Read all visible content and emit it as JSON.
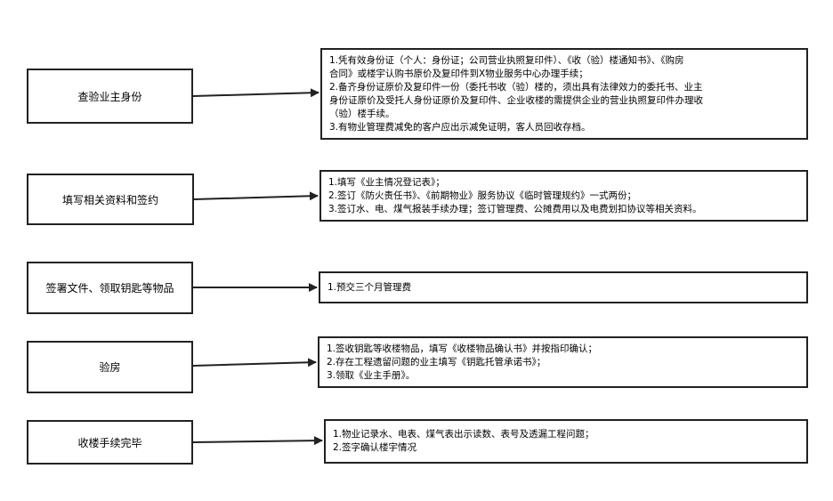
{
  "steps": [
    {
      "label": "查验业主身份",
      "details": [
        "1.凭有效身份证（个人：身份证；公司营业执照复印件）、《收（验）楼通知书》、《购房",
        "合同》或楼宇认购书原价及复印件到X物业服务中心办理手续；",
        "2.备齐身份证原价及复印件一份（委托书收（验）楼的，须出具有法律效力的委托书、业主",
        "身份证原价及受托人身份证原价及复印件、企业收楼的需提供企业的营业执照复印件办理收",
        "（验）楼手续。",
        "3.有物业管理费减免的客户应出示减免证明，客人员回收存档。"
      ]
    },
    {
      "label": "填写相关资料和签约",
      "details": [
        "1.填写《业主情况登记表》；",
        "2.签订《防火责任书》、《前期物业》服务协议《临时管理规约》一式两份；",
        "3.签订水、电、煤气报装手续办理；签订管理费、公摊费用以及电费划扣协议等相关资料。"
      ]
    },
    {
      "label": "签署文件、领取钥匙等物品",
      "details": [
        "1.预交三个月管理费"
      ]
    },
    {
      "label": "验房",
      "details": [
        "1.签收钥匙等收楼物品，填写《收楼物品确认书》并按指印确认；",
        "2.存在工程遗留问题的业主填写《钥匙托管承诺书》；",
        "3.领取《业主手册》。"
      ]
    },
    {
      "label": "收楼手续完毕",
      "details": [
        "1.物业记录水、电表、煤气表出示读数、表号及透漏工程问题；",
        "2.签字确认楼宇情况"
      ]
    }
  ]
}
